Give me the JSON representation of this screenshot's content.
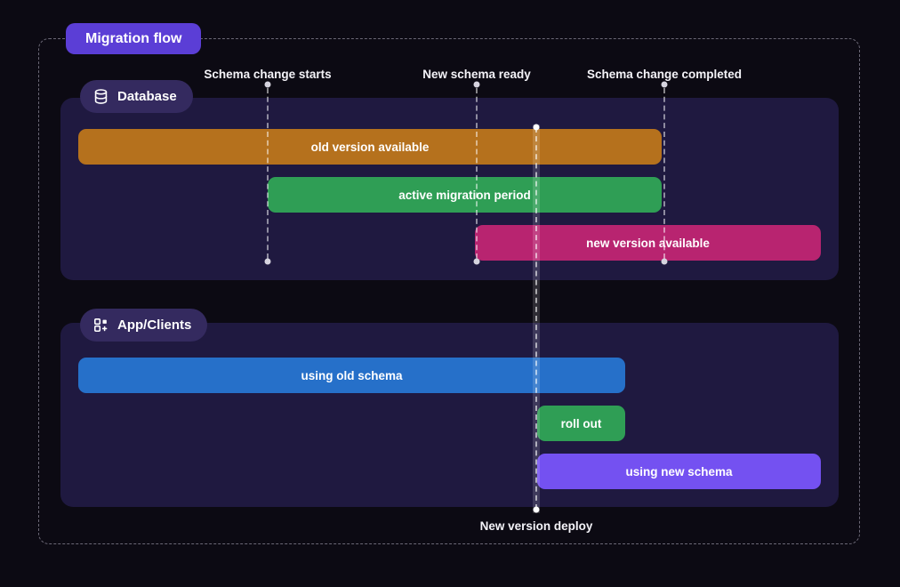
{
  "title": "Migration flow",
  "events": [
    {
      "label": "Schema change starts"
    },
    {
      "label": "New schema ready"
    },
    {
      "label": "Schema change completed"
    },
    {
      "label": "New version deploy"
    }
  ],
  "lanes": [
    {
      "label": "Database",
      "icon": "database-icon",
      "bars": [
        {
          "label": "old version available",
          "color": "#b5711d"
        },
        {
          "label": "active migration period",
          "color": "#2f9e55"
        },
        {
          "label": "new version available",
          "color": "#b82470"
        }
      ]
    },
    {
      "label": "App/Clients",
      "icon": "apps-icon",
      "bars": [
        {
          "label": "using old schema",
          "color": "#2670c9"
        },
        {
          "label": "roll out",
          "color": "#2f9e55"
        },
        {
          "label": "using new schema",
          "color": "#7451f1"
        }
      ]
    }
  ],
  "colors": {
    "background": "#0c0a13",
    "lane_panel": "#1f1940",
    "title_badge": "#5b3ed6",
    "lane_pill": "#342a5f",
    "dashed_border": "#6b6876",
    "event_line": "rgba(255,255,255,0.5)",
    "text": "#f2f1f7"
  }
}
